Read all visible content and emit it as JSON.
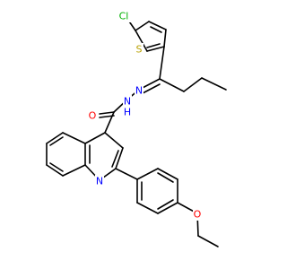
{
  "colors": {
    "bond": "#000000",
    "background": "#ffffff",
    "carbon": "#000000",
    "nitrogen": "#0000ff",
    "oxygen": "#ff0000",
    "sulfur": "#b8a000",
    "chlorine": "#00b000"
  },
  "molecule": {
    "atoms": [
      {
        "id": "cl",
        "label": "Cl",
        "element": "chlorine"
      },
      {
        "id": "s",
        "label": "S",
        "element": "sulfur"
      },
      {
        "id": "n1",
        "label": "N",
        "element": "nitrogen"
      },
      {
        "id": "n2",
        "label": "N",
        "element": "nitrogen"
      },
      {
        "id": "h",
        "label": "H",
        "element": "nitrogen"
      },
      {
        "id": "o1",
        "label": "O",
        "element": "oxygen"
      },
      {
        "id": "nq",
        "label": "N",
        "element": "nitrogen"
      },
      {
        "id": "o2",
        "label": "O",
        "element": "oxygen"
      }
    ]
  }
}
